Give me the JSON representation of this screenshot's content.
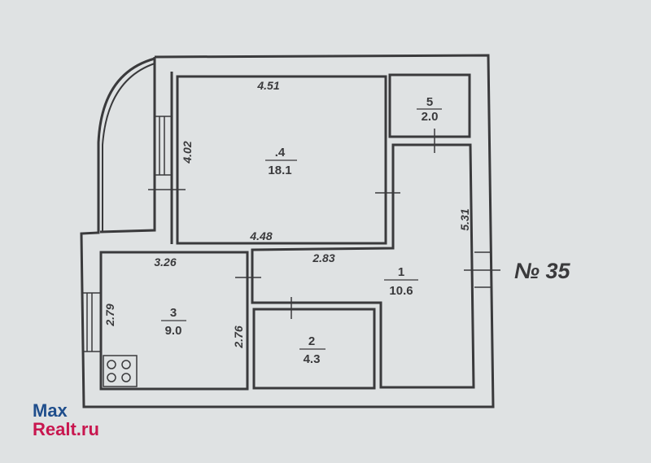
{
  "plan": {
    "apartment_label": "№ 35",
    "rooms": [
      {
        "number": "1",
        "area": "10.6"
      },
      {
        "number": "2",
        "area": "4.3"
      },
      {
        "number": "3",
        "area": "9.0"
      },
      {
        "number": ".4",
        "area": "18.1"
      },
      {
        "number": "5",
        "area": "2.0"
      }
    ],
    "dimensions": {
      "room4_top": "4.51",
      "room4_left": "4.02",
      "room4_bottom": "4.48",
      "room3_top": "3.26",
      "room3_left": "2.79",
      "room3_right": "2.76",
      "room1_top": "2.83",
      "room1_right": "5.31"
    }
  },
  "logo": {
    "line1": "Max",
    "line2": "Realt.ru"
  }
}
